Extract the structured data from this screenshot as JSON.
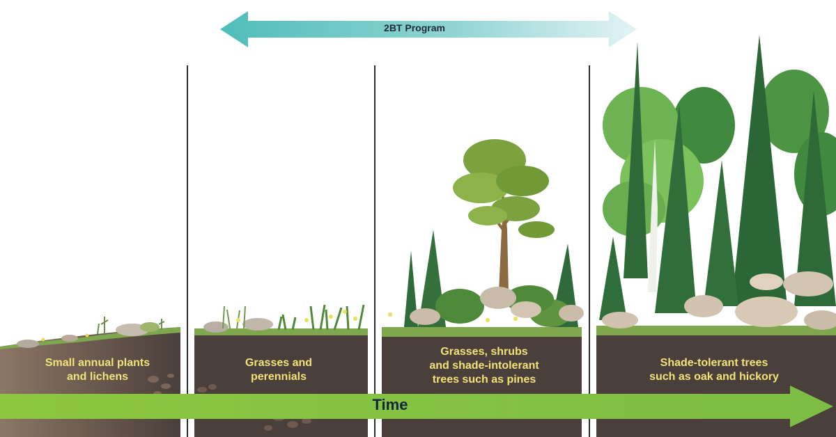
{
  "program": {
    "label": "2BT Program"
  },
  "time": {
    "label": "Time"
  },
  "stages": [
    {
      "label": "Small annual plants\nand lichens"
    },
    {
      "label": "Grasses and\nperennials"
    },
    {
      "label": "Grasses, shrubs\nand shade-intolerant\ntrees such as pines"
    },
    {
      "label": "Shade-tolerant trees\nsuch as oak and hickory"
    }
  ],
  "colors": {
    "soil": "#4a3f3b",
    "soil_light": "#8a6f5c",
    "label_text": "#f2e27a",
    "program_arrow": "#5cc3c0",
    "time_arrow": "#8ac64a",
    "grass": "#7fa84e"
  }
}
